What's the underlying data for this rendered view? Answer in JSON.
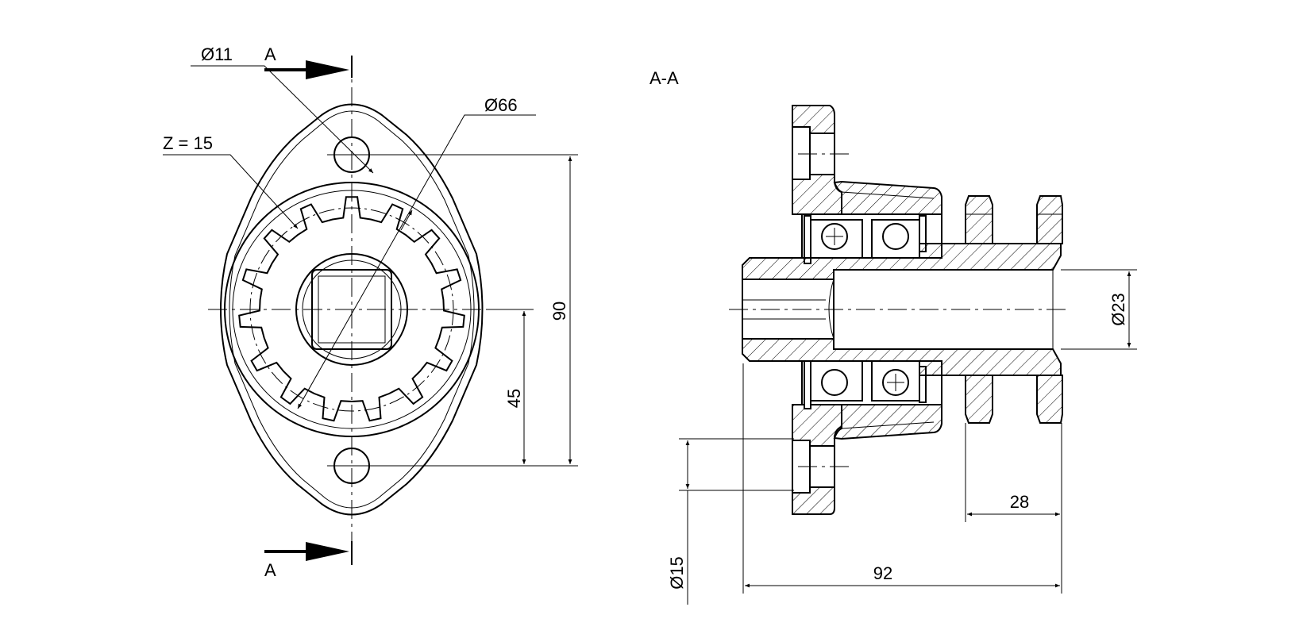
{
  "front_view": {
    "hole_dim": "Ø11",
    "pitch_dim": "Ø66",
    "teeth_label": "Z = 15",
    "teeth_count": 15,
    "height_dim": "90",
    "half_height_dim": "45",
    "section_mark_top": "A",
    "section_mark_bottom": "A"
  },
  "section_view": {
    "title": "A-A",
    "bore_dim": "Ø23",
    "sprocket_span_dim": "28",
    "total_length_dim": "92",
    "socket_dim": "Ø15"
  }
}
